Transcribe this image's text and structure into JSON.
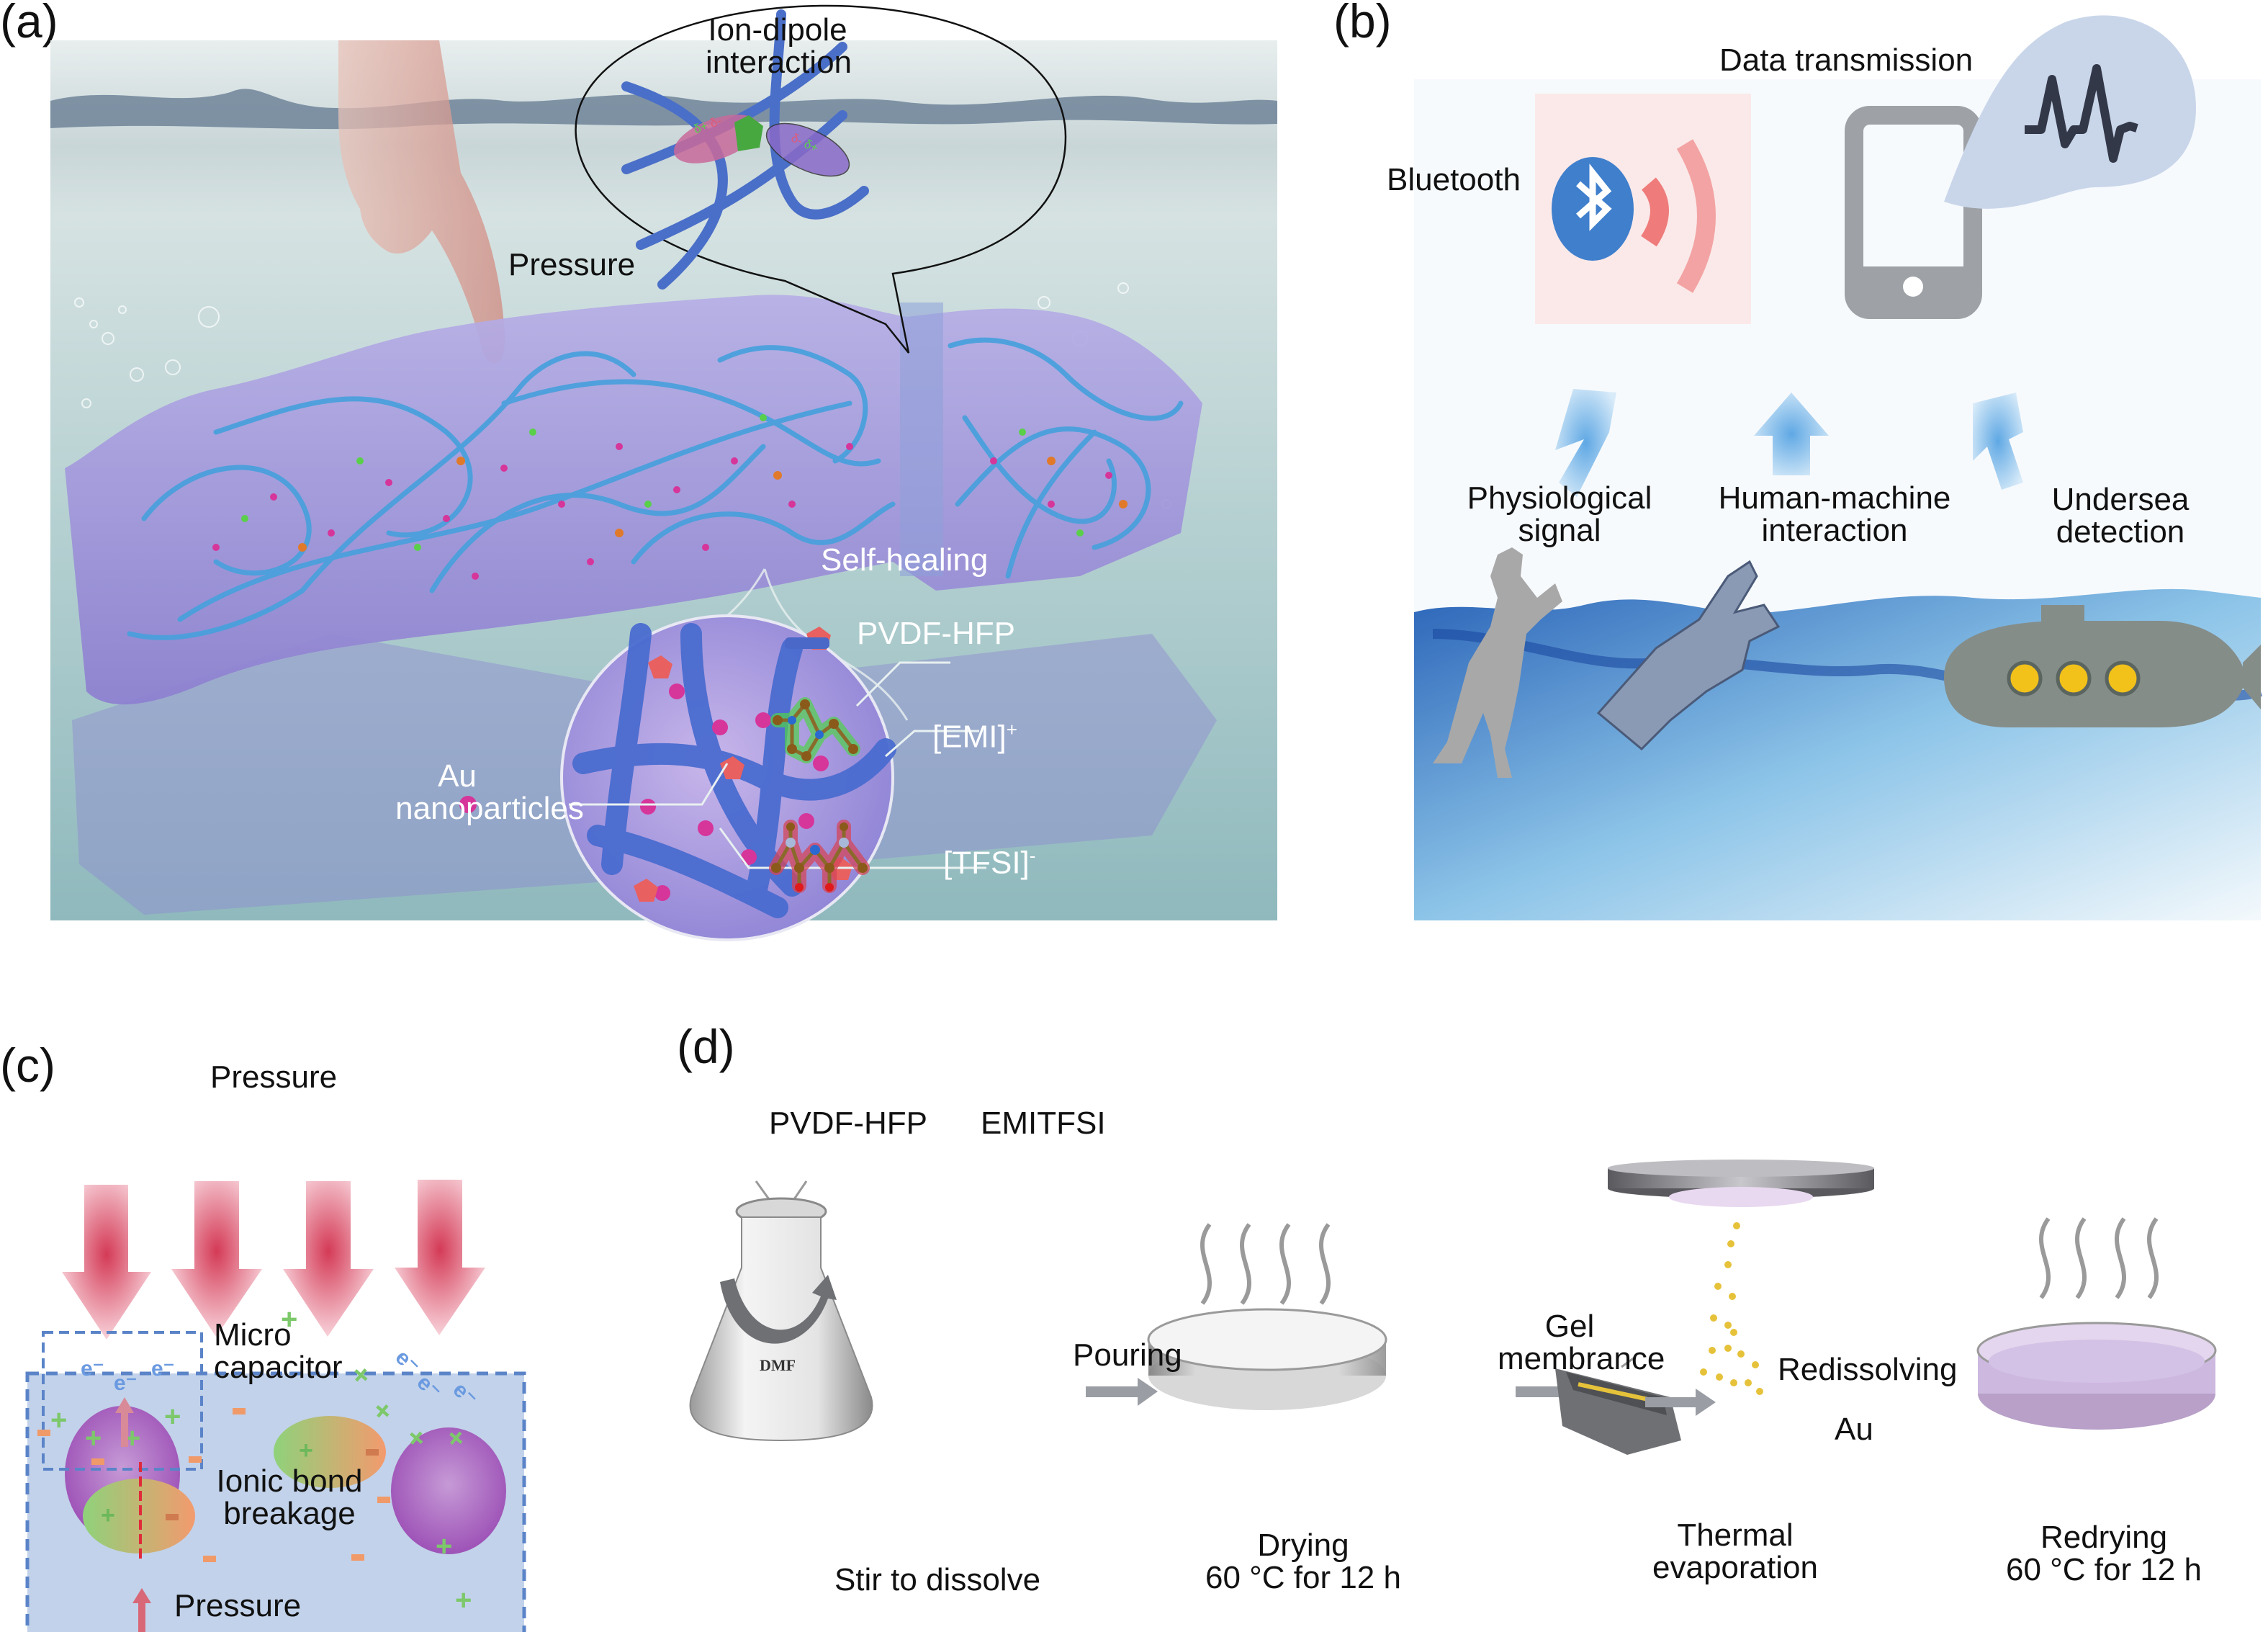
{
  "figure": {
    "panels": [
      {
        "id": "a",
        "letter": "(a)"
      },
      {
        "id": "b",
        "letter": "(b)"
      },
      {
        "id": "c",
        "letter": "(c)"
      },
      {
        "id": "d",
        "letter": "(d)"
      }
    ]
  },
  "panel_a": {
    "letter": "(a)",
    "callout_line1": "Ion-dipole",
    "callout_line2": "interaction",
    "delta_left": [
      "δ+",
      "δ-"
    ],
    "delta_right": [
      "δ-",
      "δ+"
    ],
    "pressure_label": "Pressure",
    "self_healing_label": "Self-healing",
    "au_label_line1": "Au",
    "au_label_line2": "nanoparticles",
    "legend": [
      {
        "key": "pvdf",
        "label": "PVDF-HFP",
        "sup": ""
      },
      {
        "key": "emi",
        "label": "[EMI]",
        "sup": "+"
      },
      {
        "key": "tfsi",
        "label": "[TFSI]",
        "sup": "-"
      }
    ],
    "colors": {
      "water": "#9cc4c6",
      "gel": "#9b8fd6",
      "polymer": "#4a9bd8",
      "au": "#d6359a",
      "emi_glow": "#4fd14a",
      "tfsi_glow": "#d4455a"
    }
  },
  "panel_b": {
    "letter": "(b)",
    "data_transmission": "Data transmission",
    "bluetooth": "Bluetooth",
    "apps": [
      {
        "line1": "Physiological",
        "line2": "signal"
      },
      {
        "line1": "Human-machine",
        "line2": "interaction"
      },
      {
        "line1": "Undersea",
        "line2": "detection"
      }
    ],
    "colors": {
      "bluetooth": "#3f7fcc",
      "signal_waves": "#ef7b7b",
      "phone": "#9ea2a7",
      "bubble": "#c9d6ea",
      "arrow": "#5fa8e4",
      "sea": "#2f6fc0",
      "submarine": "#858d89",
      "porthole": "#f2c21a"
    }
  },
  "panel_c": {
    "letter": "(c)",
    "pressure_top": "Pressure",
    "pressure_bottom": "Pressure",
    "micro_capacitor_line1": "Micro",
    "micro_capacitor_line2": "capacitor",
    "ionic_line1": "Ionic bond",
    "ionic_line2": "breakage",
    "electron": "e",
    "plus": "+",
    "minus": "−",
    "colors": {
      "box_fill": "#c2d2ea",
      "box_border": "#5b84c8",
      "sphere": "#a050b8",
      "cation": "#7cc86a",
      "anion": "#f09a6a",
      "pressure_arrow": "#d84860"
    }
  },
  "panel_d": {
    "letter": "(d)",
    "inputs": [
      "PVDF-HFP",
      "EMITFSI"
    ],
    "flask_label": "DMF",
    "steps": [
      {
        "key": "stir",
        "line1": "Stir to dissolve",
        "line2": ""
      },
      {
        "key": "drying",
        "line1": "Drying",
        "line2": "60 °C for 12 h"
      },
      {
        "key": "thermal",
        "line1": "Thermal",
        "line2": "evaporation"
      },
      {
        "key": "redrying",
        "line1": "Redrying",
        "line2": "60 °C for 12 h"
      }
    ],
    "arrows": [
      {
        "line1": "Pouring",
        "line2": ""
      },
      {
        "line1": "Gel",
        "line2": "membrance"
      },
      {
        "line1": "Redissolving",
        "line2": ""
      }
    ],
    "au_label": "Au",
    "colors": {
      "glass": "#bfbfbf",
      "dark_gray": "#6e7074",
      "gold": "#e6c23a",
      "gel_purple": "#cdb8e0"
    }
  }
}
